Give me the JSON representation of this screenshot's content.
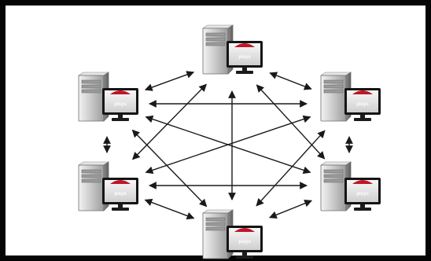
{
  "diagram": {
    "nodes": [
      {
        "id": "top",
        "logo": "pisys"
      },
      {
        "id": "upper-left",
        "logo": "pisys"
      },
      {
        "id": "upper-right",
        "logo": "pisys"
      },
      {
        "id": "lower-left",
        "logo": "pisys"
      },
      {
        "id": "lower-right",
        "logo": "pisys"
      },
      {
        "id": "bottom",
        "logo": "pisys"
      }
    ],
    "edges": [
      [
        "top",
        "upper-left"
      ],
      [
        "top",
        "upper-right"
      ],
      [
        "top",
        "lower-left"
      ],
      [
        "top",
        "lower-right"
      ],
      [
        "top",
        "bottom"
      ],
      [
        "upper-left",
        "upper-right"
      ],
      [
        "upper-left",
        "lower-left"
      ],
      [
        "upper-left",
        "lower-right"
      ],
      [
        "upper-left",
        "bottom"
      ],
      [
        "upper-right",
        "lower-left"
      ],
      [
        "upper-right",
        "lower-right"
      ],
      [
        "upper-right",
        "bottom"
      ],
      [
        "lower-left",
        "lower-right"
      ],
      [
        "lower-left",
        "bottom"
      ],
      [
        "lower-right",
        "bottom"
      ]
    ],
    "arrowheads": "both-ends",
    "colors": {
      "frame": "#050505",
      "line": "#1a1a1a",
      "logo": "#c0152a",
      "case": "#bdbdbd"
    }
  }
}
